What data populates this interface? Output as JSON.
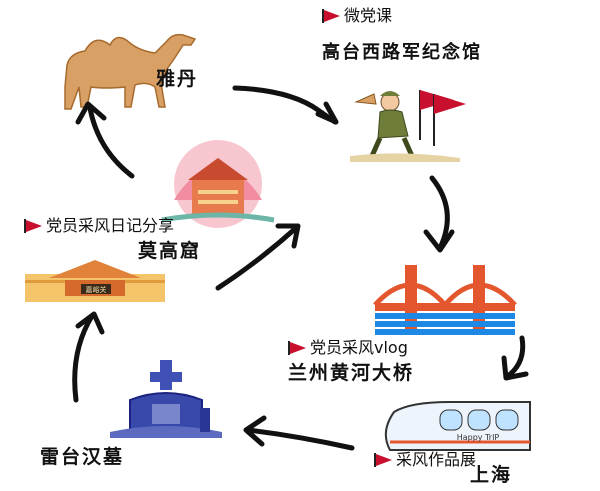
{
  "nodes": {
    "yadan": {
      "place": "雅丹"
    },
    "gaotaixilu": {
      "tag": "微党课",
      "place": "高台西路军纪念馆"
    },
    "lanzhou": {
      "tag": "党员采风vlog",
      "place": "兰州黄河大桥"
    },
    "shanghai": {
      "tag": "采风作品展",
      "place": "上海"
    },
    "leitai": {
      "place": "雷台汉墓"
    },
    "mogao": {
      "tag": "党员采风日记分享",
      "place": "莫高窟"
    }
  },
  "train": {
    "text": "Happy TrIP"
  },
  "gate": {
    "text": "嘉峪关"
  },
  "colors": {
    "flag": "#c8102e",
    "bridge": "#e4572e",
    "water": "#1e88e5",
    "tomb": "#3f51b5",
    "camel": "#d9a066"
  },
  "icons": [
    "camel-icon",
    "soldier-icon",
    "bridge-icon",
    "train-icon",
    "tomb-icon",
    "grotto-icon",
    "fortress-icon"
  ]
}
